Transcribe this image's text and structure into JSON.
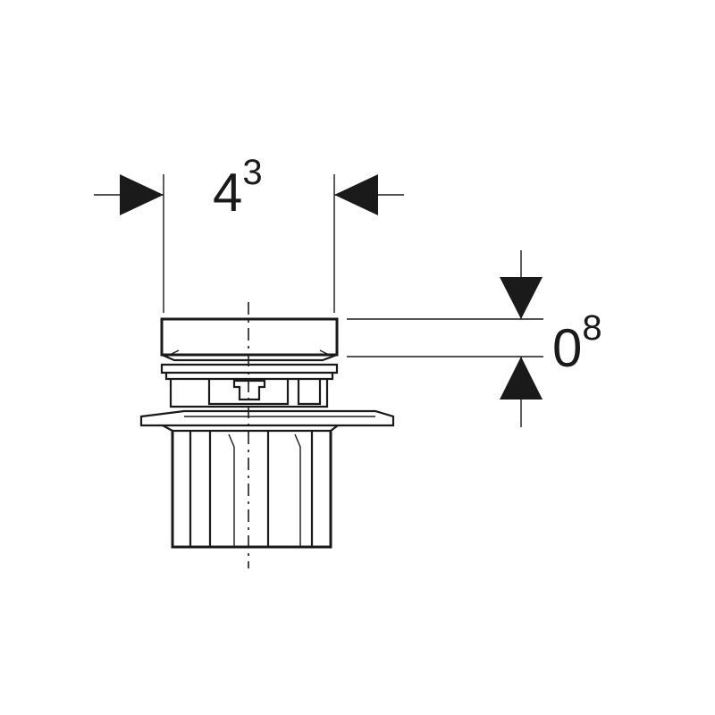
{
  "dimensions": {
    "width": {
      "main": "4",
      "sup": "3"
    },
    "height": {
      "main": "0",
      "sup": "8"
    }
  },
  "colors": {
    "line": "#1a1a1a",
    "background": "#ffffff"
  }
}
